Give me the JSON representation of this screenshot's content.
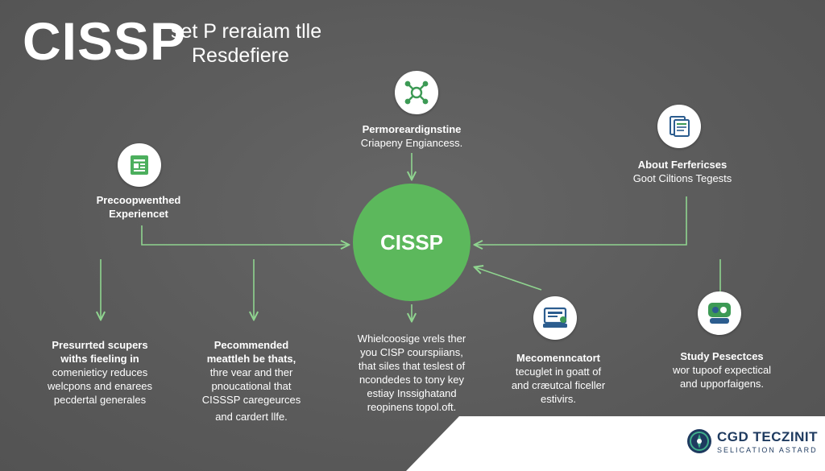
{
  "header": {
    "title_main": "CISSP",
    "title_line1": "set P reraiam tlle",
    "title_line2": "Resdefiere"
  },
  "hub": {
    "label": "CISSP"
  },
  "nodes": {
    "top": {
      "title": "Permoreardignstine",
      "subtitle": "Criapeny Engiancess."
    },
    "left": {
      "title": "Precoopwenthed",
      "subtitle": "Experiencet"
    },
    "right": {
      "title": "About Ferfericses",
      "subtitle": "Goot Ciltions Tegests"
    }
  },
  "bottom": {
    "col1": [
      "Presurrted scupers",
      "withs fieeling in",
      "comenieticy reduces",
      "welcpons and enarees",
      "pecdertal generales"
    ],
    "col2": [
      "Pecommended",
      "meattleh be thats,",
      "thre vear and ther",
      "pnoucational that",
      "CISSSP caregeurces",
      "and cardert llfe."
    ],
    "col3": [
      "Whielcoosige vrels ther",
      "you CISP courspiians,",
      "that siles that teslest of",
      "ncondedes to tony key",
      "estiay Inssighatand",
      "reopinens topol.oft."
    ],
    "col4": [
      "Mecomenncatort",
      "tecuglet in goatt of",
      "and cræutcal ficeller",
      "estivirs."
    ],
    "col5": [
      "Study Pesectces",
      "wor tupoof expectical",
      "and upporfaigens."
    ]
  },
  "brand": {
    "name": "CGD TECZINIT",
    "tagline": "SELICATION ASTARD"
  },
  "colors": {
    "background": "#5c5c5c",
    "accent_green": "#5cb85c",
    "footer_white": "#ffffff",
    "brand_navy": "#1e3a5f"
  },
  "icons": {
    "top": "network-icon",
    "left": "document-icon",
    "right": "files-icon",
    "bottom_middle": "device-icon",
    "bottom_right": "group-icon"
  }
}
